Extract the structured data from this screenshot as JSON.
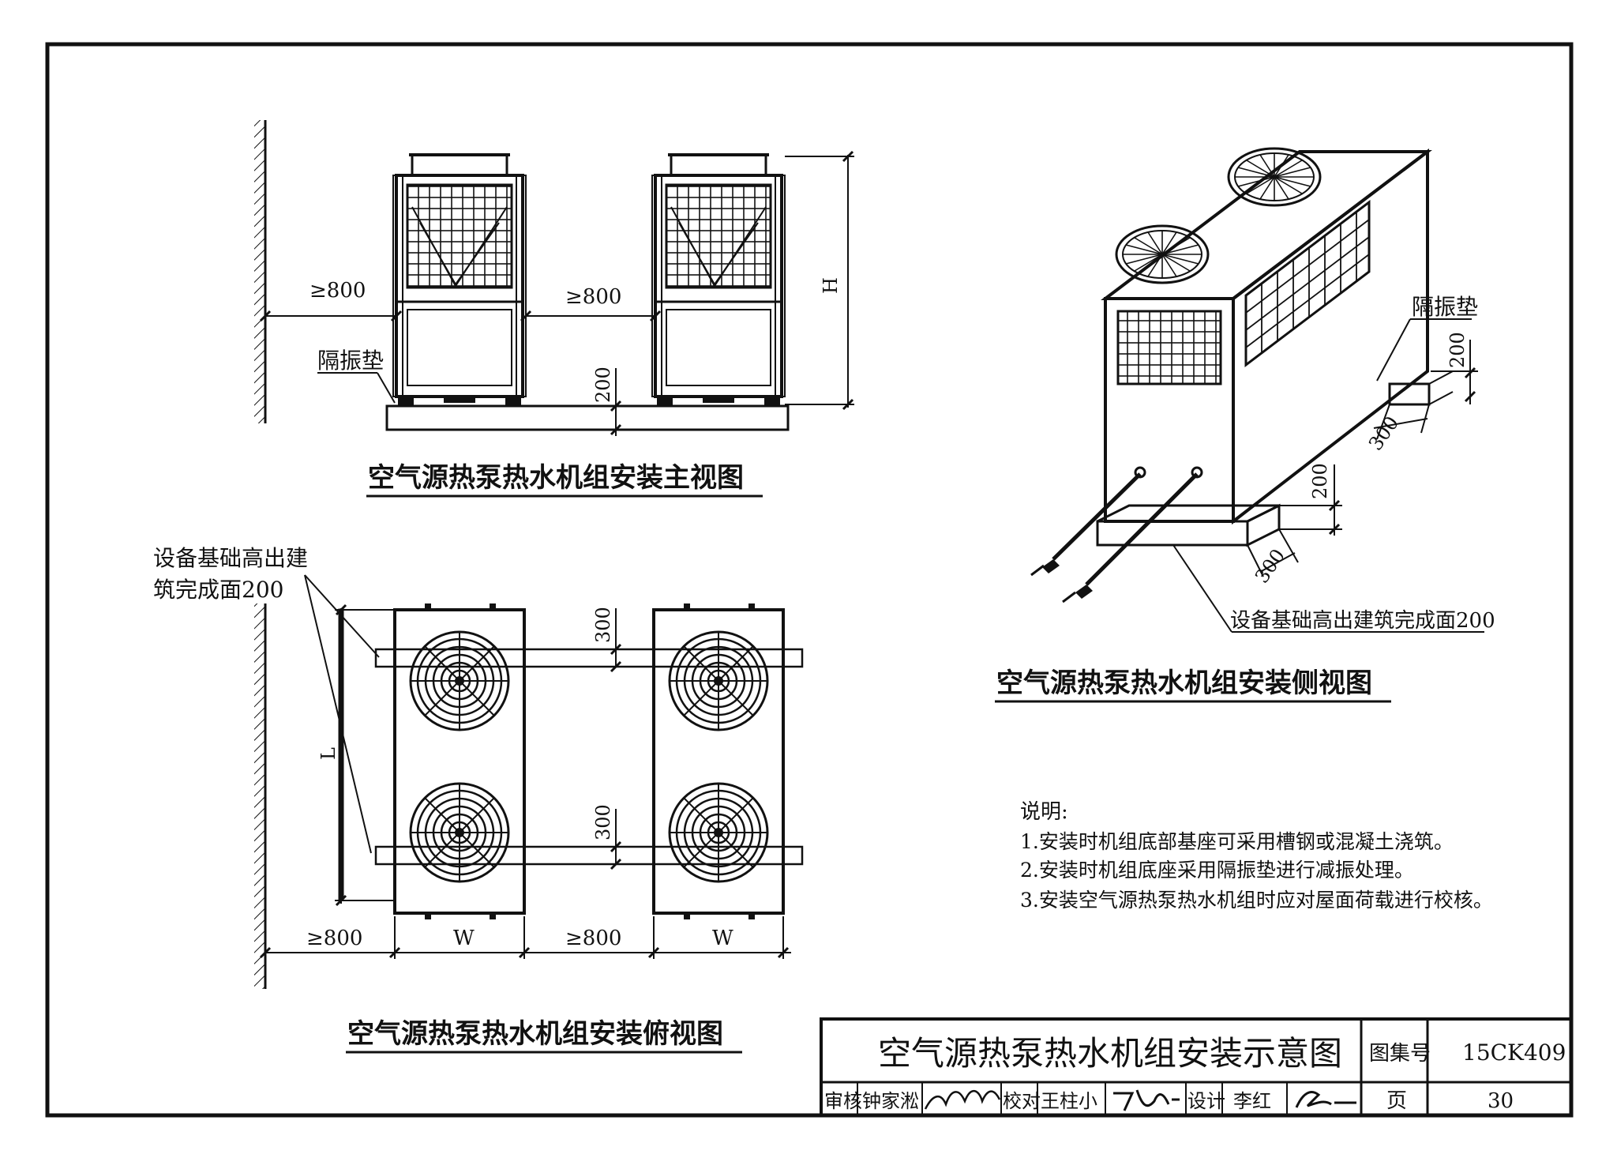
{
  "views": {
    "front": {
      "title": "空气源热泵热水机组安装主视图",
      "dim_wall_gap": "≥800",
      "dim_unit_gap": "≥800",
      "pad_label": "隔振垫",
      "dim_base_height": "200",
      "dim_height": "H"
    },
    "side": {
      "title": "空气源热泵热水机组安装侧视图",
      "pad_label": "隔振垫",
      "dim_upper_height": "200",
      "dim_upper_width": "300",
      "dim_lower_height": "200",
      "dim_lower_width": "300",
      "base_note": "设备基础高出建筑完成面200"
    },
    "top": {
      "title": "空气源热泵热水机组安装俯视图",
      "base_note_line1": "设备基础高出建",
      "base_note_line2": "筑完成面200",
      "dim_upper_offset": "300",
      "dim_lower_offset": "300",
      "dim_length": "L",
      "dim_wall_gap": "≥800",
      "dim_width_1": "W",
      "dim_unit_gap": "≥800",
      "dim_width_2": "W"
    }
  },
  "notes": {
    "heading": "说明:",
    "items": [
      "1.安装时机组底部基座可采用槽钢或混凝土浇筑。",
      "2.安装时机组底座采用隔振垫进行减振处理。",
      "3.安装空气源热泵热水机组时应对屋面荷载进行校核。"
    ]
  },
  "title_block": {
    "drawing_title": "空气源热泵热水机组安装示意图",
    "atlas_label": "图集号",
    "atlas_number": "15CK409",
    "review_label": "审核",
    "reviewer": "钟家淞",
    "check_label": "校对",
    "checker": "王柱小",
    "design_label": "设计",
    "designer": "李红",
    "page_label": "页",
    "page_number": "30"
  }
}
